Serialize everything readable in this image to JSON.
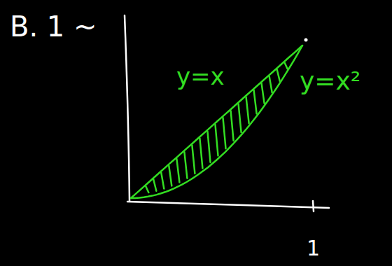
{
  "diagram": {
    "labels": [
      "B. 1 ~",
      "y=x",
      "y=x²",
      "1"
    ]
  }
}
